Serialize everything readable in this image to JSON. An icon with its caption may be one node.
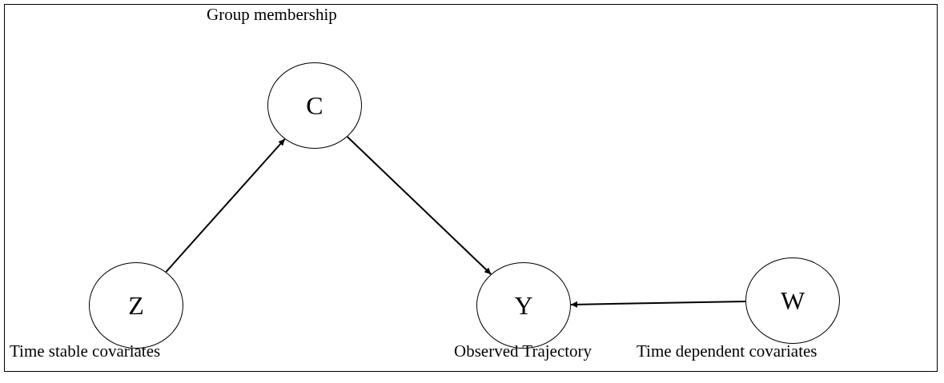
{
  "diagram": {
    "nodes": [
      {
        "text": [
          "C"
        ],
        "beside": [
          "Group membership"
        ]
      },
      {
        "text": [
          "Z"
        ],
        "beside": [
          "Time stable covariates"
        ]
      },
      {
        "text": [
          "Y"
        ],
        "beside": [
          "Observed Trajectory"
        ]
      },
      {
        "text": [
          "W"
        ],
        "beside": [
          "Time dependent covariates"
        ]
      }
    ],
    "edges": [
      {
        "from": 1,
        "to": 0,
        "arrow": "to"
      },
      {
        "from": 0,
        "to": 2,
        "arrow": "to"
      },
      {
        "from": 3,
        "to": 2,
        "arrow": "to"
      }
    ]
  }
}
